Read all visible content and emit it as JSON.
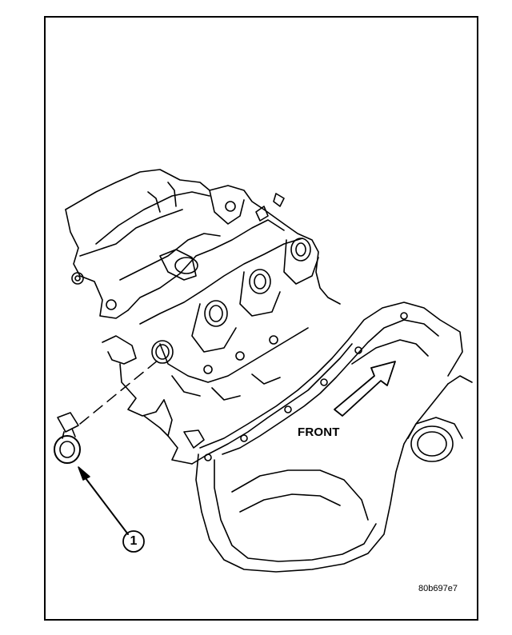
{
  "diagram": {
    "direction_label": "FRONT",
    "callout_number": "1",
    "figure_id": "80b697e7",
    "colors": {
      "line": "#000000",
      "background": "#ffffff"
    },
    "icons": [
      "front-direction-arrow-icon",
      "callout-leader-arrow-icon"
    ]
  }
}
